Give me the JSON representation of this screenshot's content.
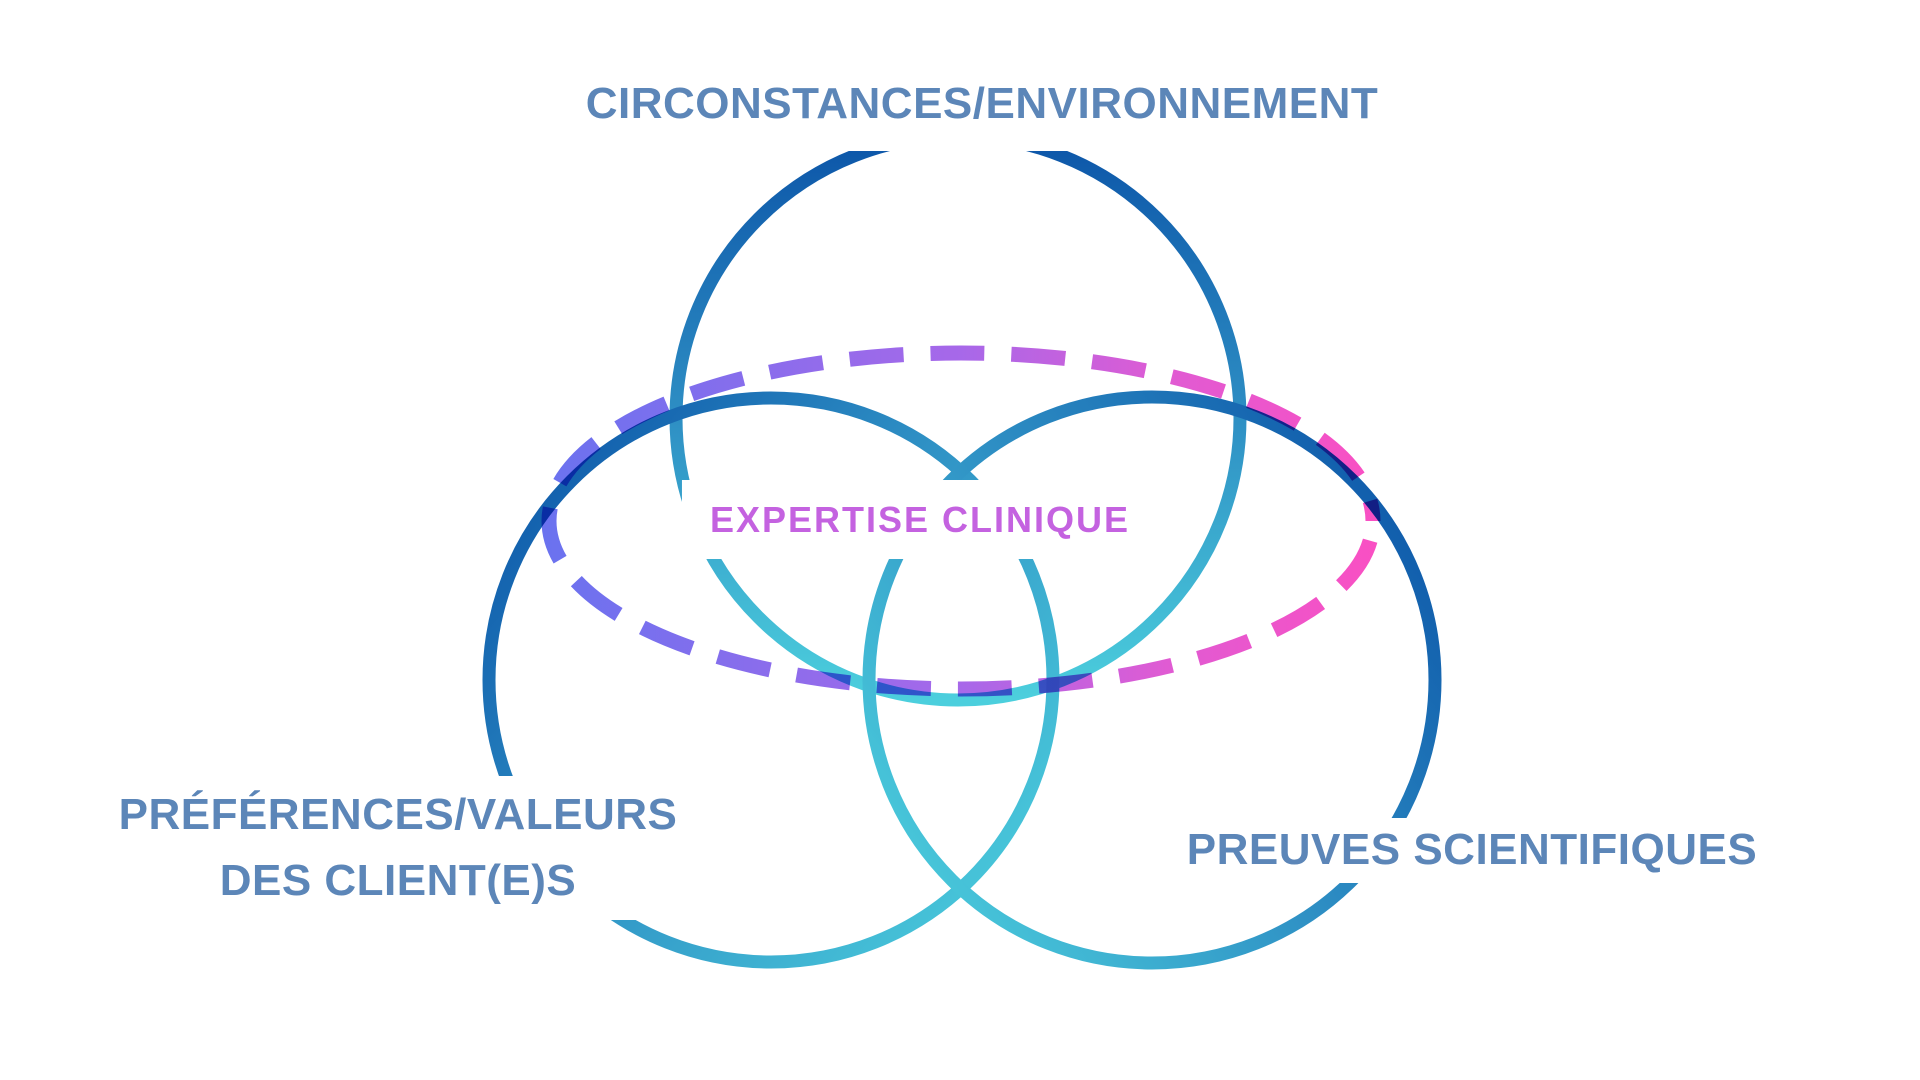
{
  "diagram": {
    "type": "venn",
    "description": "Three overlapping gradient circles with a dashed gradient ellipse through their intersection"
  },
  "labels": {
    "top": "CIRCONSTANCES/ENVIRONNEMENT",
    "bottom_left_line1": "PRÉFÉRENCES/VALEURS",
    "bottom_left_line2": "DES CLIENT(E)S",
    "bottom_right": "PREUVES SCIENTIFIQUES",
    "center": "EXPERTISE CLINIQUE"
  },
  "colors": {
    "background": "#FFFFFF",
    "label_text": "#5C86B8",
    "center_text": "#C462E0",
    "circle_dark_blue": "#0C55A8",
    "circle_steel_blue": "#2E8FC4",
    "circle_cyan": "#4CCFDD",
    "dash_periwinkle": "#6B72EF",
    "dash_purple": "#A768E9",
    "dash_magenta": "#E05BD3",
    "dash_pink": "#F950C3"
  }
}
